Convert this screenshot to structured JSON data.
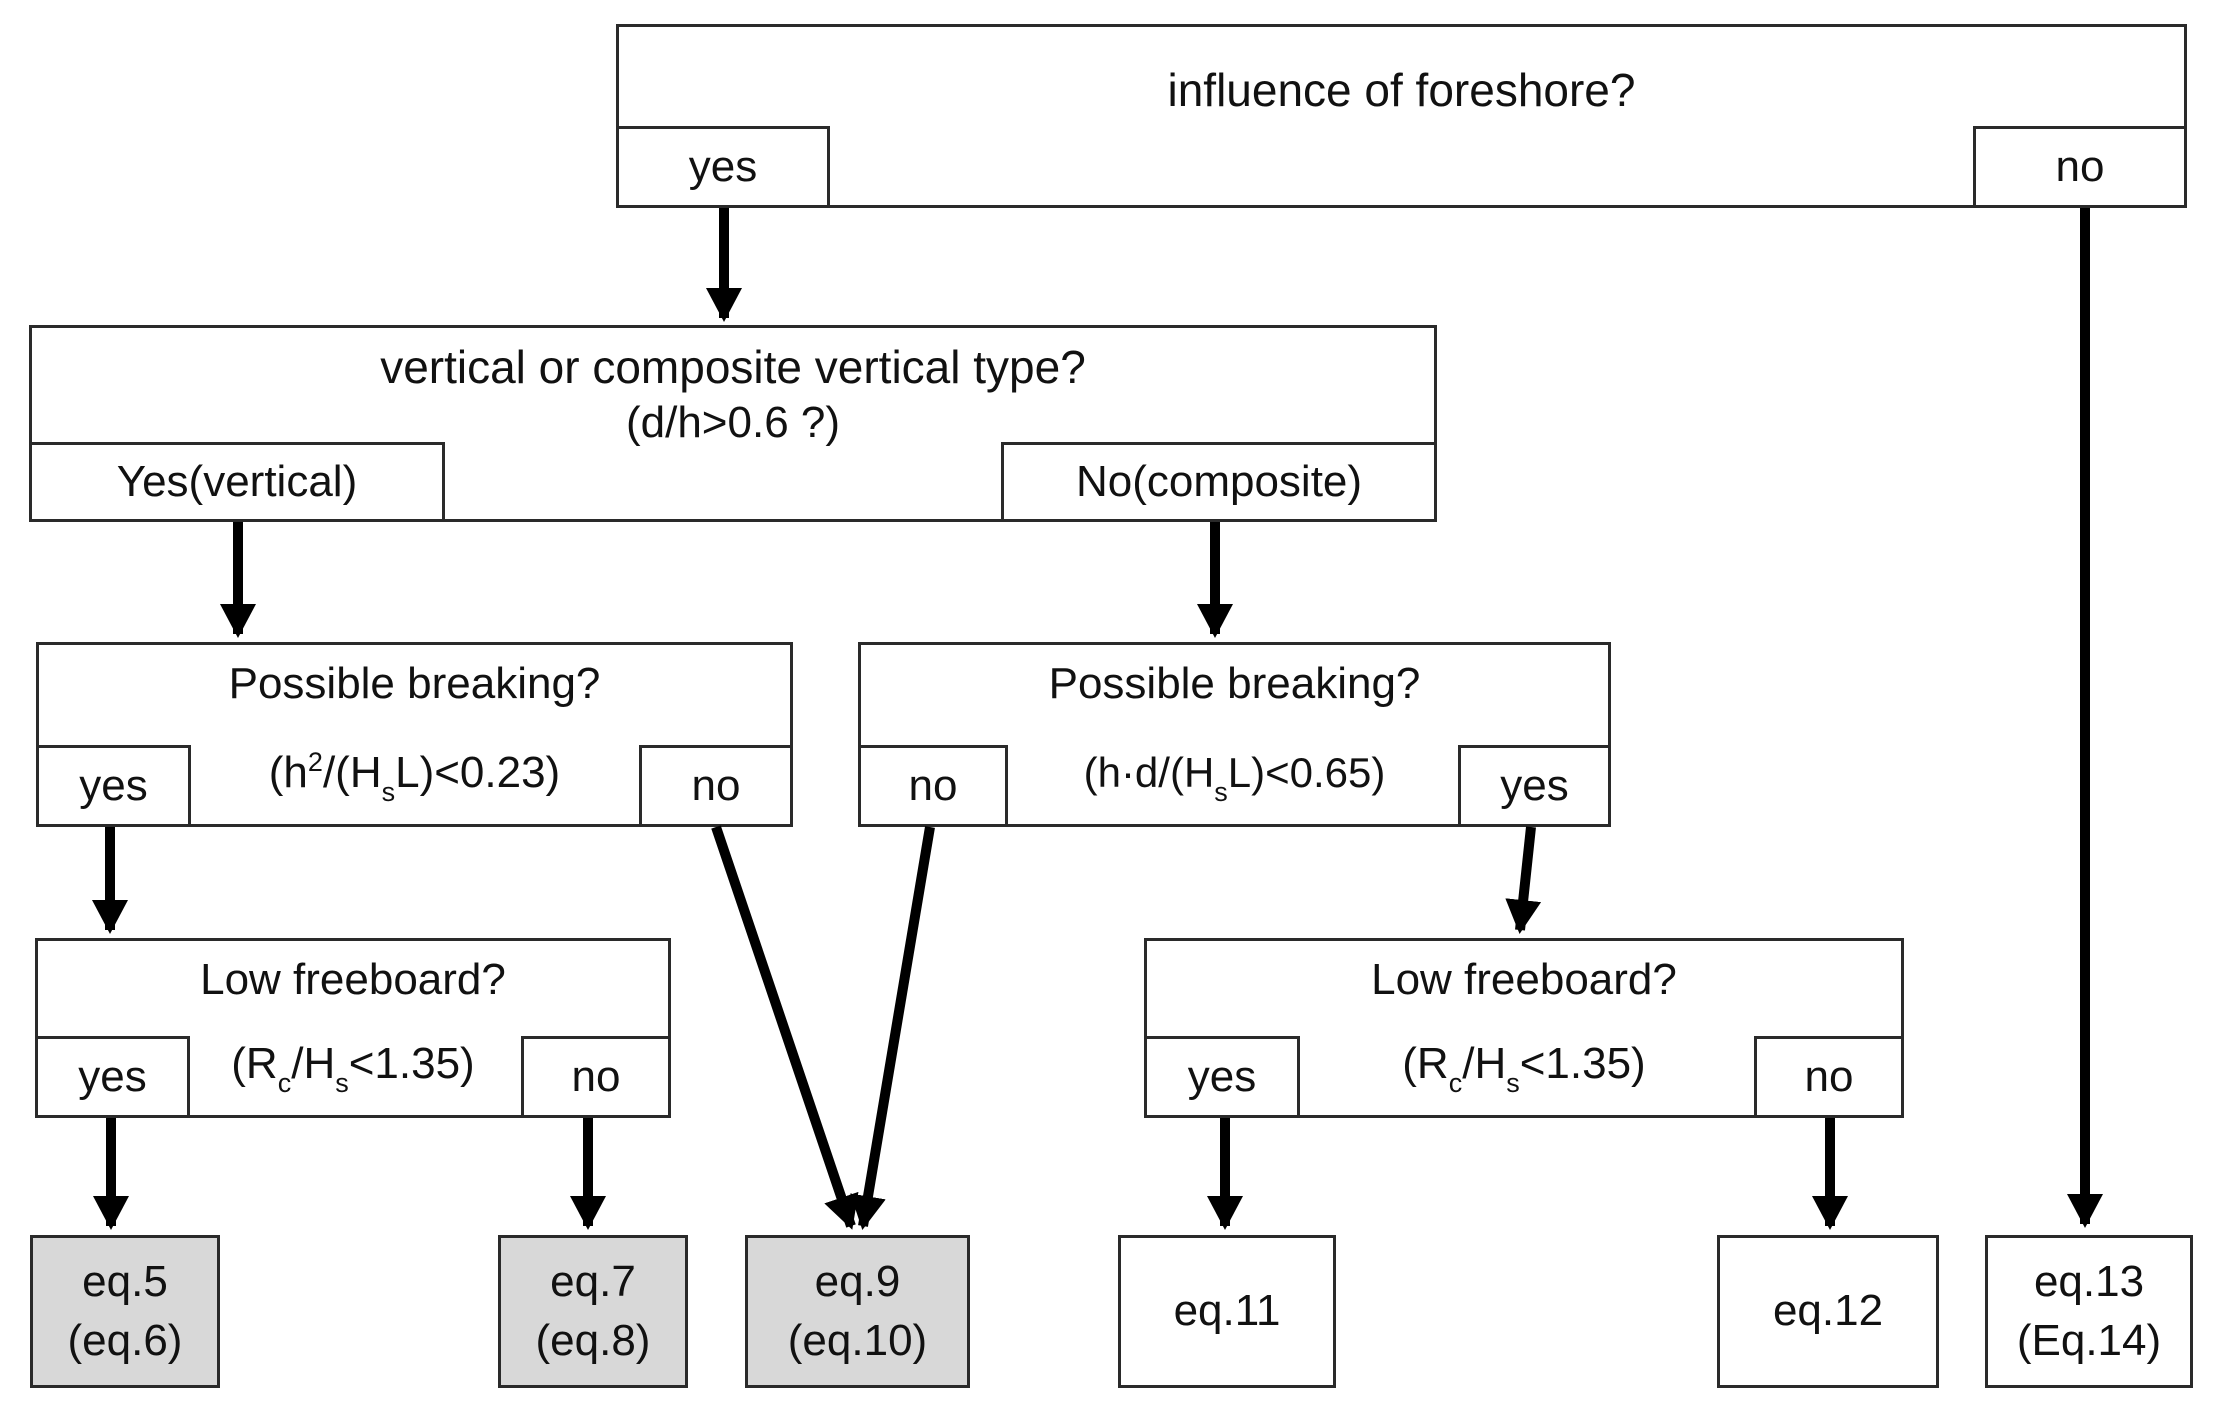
{
  "colors": {
    "background": "#ffffff",
    "box_border": "#2a2a2a",
    "arrow": "#000000",
    "leaf_highlight": "#d8d8d8"
  },
  "flowchart": {
    "foreshore": {
      "question": "influence of foreshore?",
      "yes_label": "yes",
      "no_label": "no"
    },
    "wall_type": {
      "question": "vertical or composite vertical type?",
      "condition": "(d/h>0.6 ?)",
      "yes_label": "Yes(vertical)",
      "no_label": "No(composite)"
    },
    "breaking_vertical": {
      "question": "Possible breaking?",
      "formula": {
        "part1": "(h",
        "sup1": "2",
        "part2": "/(H",
        "sub1": "s",
        "part3": "L)<0.23)"
      },
      "yes_label": "yes",
      "no_label": "no"
    },
    "breaking_composite": {
      "question": "Possible breaking?",
      "formula": {
        "part1": "(h·d/(H",
        "sub1": "s",
        "part2": "L)<0.65)"
      },
      "yes_label": "yes",
      "no_label": "no"
    },
    "freeboard_vertical": {
      "question": "Low freeboard?",
      "formula": {
        "part1": "(R",
        "sub1": "c",
        "part2": "/H",
        "sub2": "s",
        "part3": "<1.35)"
      },
      "yes_label": "yes",
      "no_label": "no"
    },
    "freeboard_composite": {
      "question": "Low freeboard?",
      "formula": {
        "part1": "(R",
        "sub1": "c",
        "part2": "/H",
        "sub2": "s",
        "part3": "<1.35)"
      },
      "yes_label": "yes",
      "no_label": "no"
    },
    "results": {
      "eq5": {
        "line1": "eq.5",
        "line2": "(eq.6)",
        "highlighted": true
      },
      "eq7": {
        "line1": "eq.7",
        "line2": "(eq.8)",
        "highlighted": true
      },
      "eq9": {
        "line1": "eq.9",
        "line2": "(eq.10)",
        "highlighted": true
      },
      "eq11": {
        "line1": "eq.11",
        "highlighted": false
      },
      "eq12": {
        "line1": "eq.12",
        "highlighted": false
      },
      "eq13": {
        "line1": "eq.13",
        "line2": "(Eq.14)",
        "highlighted": false
      }
    }
  }
}
